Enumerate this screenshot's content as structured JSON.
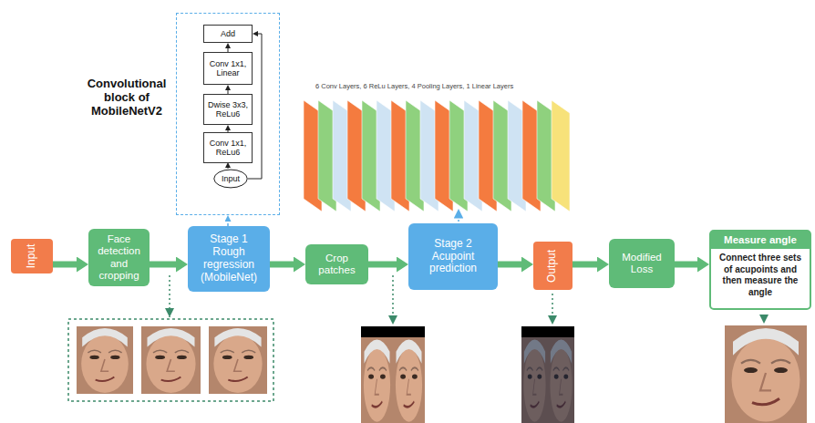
{
  "diagram": {
    "nodes": [
      {
        "text": [
          "Convolutional block of MobileNetV2"
        ]
      },
      {
        "text": [
          "Add"
        ],
        "in": 0
      },
      {
        "text": [
          "Conv 1x1, Linear"
        ],
        "in": 0
      },
      {
        "text": [
          "Dwise 3x3, ReLu6"
        ],
        "in": 0
      },
      {
        "text": [
          "Conv 1x1, ReLu6"
        ],
        "in": 0
      },
      {
        "text": [
          "Input"
        ],
        "in": 0
      },
      {
        "text": [
          "Input"
        ]
      },
      {
        "text": [
          "Face detection and cropping"
        ]
      },
      {
        "text": [
          "Stage 1 Rough regression (MobileNet)"
        ]
      },
      {
        "text": [
          "Crop patches"
        ]
      },
      {
        "text": [
          "Stage 2 Acupoint prediction"
        ]
      },
      {
        "text": [
          "Output"
        ]
      },
      {
        "text": [
          "Modified Loss"
        ]
      },
      {
        "text": [
          "Measure angle",
          "Connect three sets of acupoints and then measure the angle"
        ]
      }
    ],
    "edges": [
      {
        "from": 5,
        "to": 4,
        "arrow": "to"
      },
      {
        "from": 4,
        "to": 3,
        "arrow": "to"
      },
      {
        "from": 3,
        "to": 2,
        "arrow": "to"
      },
      {
        "from": 2,
        "to": 1,
        "arrow": "to"
      },
      {
        "from": 5,
        "to": 1,
        "arrow": "to"
      },
      {
        "from": 8,
        "to": 0,
        "arrow": "to"
      },
      {
        "from": 6,
        "to": 7,
        "arrow": "to"
      },
      {
        "from": 7,
        "to": 8,
        "arrow": "to"
      },
      {
        "from": 8,
        "to": 9,
        "arrow": "to"
      },
      {
        "from": 9,
        "to": 10,
        "arrow": "to"
      },
      {
        "from": 10,
        "to": 11,
        "arrow": "to"
      },
      {
        "from": 11,
        "to": 12,
        "arrow": "to"
      },
      {
        "from": 12,
        "to": 13,
        "arrow": "to"
      }
    ],
    "labels": [
      "6 Conv Layers, 6 ReLu Layers, 4 Pooling Layers, 1 Linear Layers"
    ]
  }
}
